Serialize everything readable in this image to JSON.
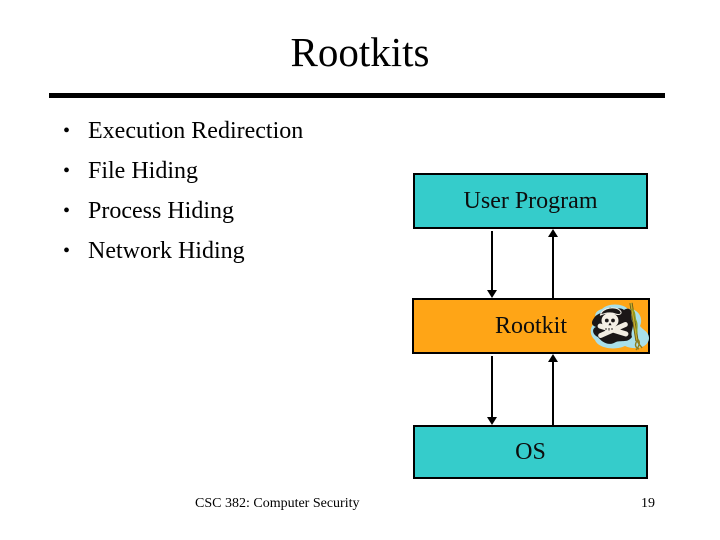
{
  "slide": {
    "title": "Rootkits",
    "bullet_char": "•",
    "bullets": [
      "Execution Redirection",
      "File Hiding",
      "Process Hiding",
      "Network Hiding"
    ],
    "footer": {
      "course": "CSC 382: Computer Security",
      "page_number": "19"
    }
  },
  "diagram": {
    "boxes": [
      {
        "id": "user-program",
        "label": "User Program",
        "fill": "#35cccb"
      },
      {
        "id": "rootkit",
        "label": "Rootkit",
        "fill": "#ffa516"
      },
      {
        "id": "os",
        "label": "OS",
        "fill": "#35cccb"
      }
    ],
    "arrows": [
      {
        "from": "user-program",
        "to": "rootkit",
        "direction": "down"
      },
      {
        "from": "rootkit",
        "to": "user-program",
        "direction": "up"
      },
      {
        "from": "rootkit",
        "to": "os",
        "direction": "down"
      },
      {
        "from": "os",
        "to": "rootkit",
        "direction": "up"
      }
    ],
    "icon": "pirate-flag-icon",
    "colors": {
      "teal": "#35cccb",
      "orange": "#ffa516",
      "border": "#000000",
      "text": "#000000",
      "clipart_blue": "#a9dfe9"
    }
  }
}
